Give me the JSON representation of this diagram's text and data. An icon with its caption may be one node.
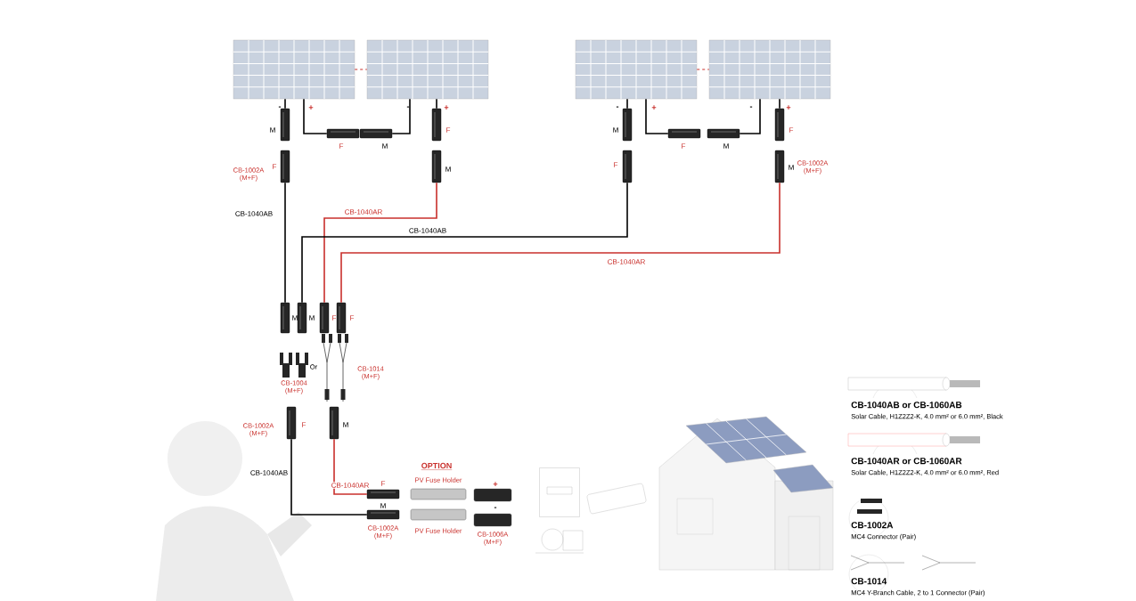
{
  "diagram": {
    "nodes": [
      {
        "text": [],
        "shape": "picture"
      },
      {
        "text": [],
        "shape": "picture"
      },
      {
        "text": [],
        "shape": "picture"
      },
      {
        "text": [],
        "shape": "picture"
      },
      {
        "text": [],
        "shape": "picture",
        "beside": [
          "M"
        ]
      },
      {
        "text": [],
        "shape": "picture",
        "beside": [
          "F"
        ]
      },
      {
        "text": [],
        "shape": "picture",
        "beside": [
          "M"
        ]
      },
      {
        "text": [],
        "shape": "picture",
        "beside": [
          "F"
        ]
      },
      {
        "text": [],
        "shape": "picture",
        "beside": [
          "CB-1002A (M+F)",
          "F"
        ]
      },
      {
        "text": [],
        "shape": "picture",
        "beside": [
          "M"
        ]
      },
      {
        "text": [],
        "shape": "picture",
        "beside": [
          "M"
        ]
      },
      {
        "text": [],
        "shape": "picture",
        "beside": [
          "F"
        ]
      },
      {
        "text": [],
        "shape": "picture",
        "beside": [
          "M"
        ]
      },
      {
        "text": [],
        "shape": "picture",
        "beside": [
          "F"
        ]
      },
      {
        "text": [],
        "shape": "picture",
        "beside": [
          "F"
        ]
      },
      {
        "text": [],
        "shape": "picture",
        "beside": [
          "M",
          "CB-1002A (M+F)"
        ]
      },
      {
        "text": [],
        "shape": "picture"
      },
      {
        "text": [],
        "shape": "picture"
      },
      {
        "text": [],
        "shape": "picture"
      },
      {
        "text": [],
        "shape": "picture"
      },
      {
        "text": [],
        "shape": "picture",
        "beside": [
          "CB-1004 (M+F)"
        ]
      },
      {
        "text": [],
        "shape": "picture",
        "beside": [
          "CB-1014 (M+F)"
        ]
      },
      {
        "text": [],
        "shape": "picture",
        "beside": [
          "CB-1002A (M+F)",
          "F"
        ]
      },
      {
        "text": [],
        "shape": "picture",
        "beside": [
          "M"
        ]
      },
      {
        "text": [],
        "shape": "picture",
        "beside": [
          "F"
        ]
      },
      {
        "text": [],
        "shape": "picture",
        "beside": [
          "M",
          "CB-1002A (M+F)"
        ]
      },
      {
        "text": [],
        "shape": "box",
        "beside": [
          "PV Fuse Holder"
        ]
      },
      {
        "text": [],
        "shape": "box",
        "beside": [
          "PV Fuse Holder"
        ]
      },
      {
        "text": [],
        "shape": "box",
        "beside": [
          "+"
        ]
      },
      {
        "text": [],
        "shape": "box",
        "beside": [
          "-",
          "CB-1006A (M+F)"
        ]
      },
      {
        "text": [],
        "shape": "picture"
      },
      {
        "text": [],
        "shape": "picture"
      },
      {
        "text": [],
        "shape": "picture"
      },
      {
        "text": [],
        "shape": "picture"
      },
      {
        "text": [
          "CB-1040AB or CB-1060AB",
          "Solar Cable, H1Z2Z2-K, 4.0 mm² or 6.0 mm², Black"
        ]
      },
      {
        "text": [
          "CB-1040AR or CB-1060AR",
          "Solar Cable, H1Z2Z2-K, 4.0 mm² or 6.0 mm², Red"
        ]
      },
      {
        "text": [
          "CB-1002A",
          "MC4 Connector (Pair)"
        ]
      },
      {
        "text": [
          "CB-1014",
          "MC4 Y-Branch Cable, 2 to 1 Connector (Pair)"
        ]
      }
    ],
    "edges": [
      {
        "from": 0,
        "to": 4,
        "arrow": "none"
      },
      {
        "from": 0,
        "to": 5,
        "arrow": "none"
      },
      {
        "from": 6,
        "to": 1,
        "arrow": "none"
      },
      {
        "from": 1,
        "to": 7,
        "arrow": "none"
      },
      {
        "from": 0,
        "to": 1,
        "arrow": "none",
        "style": "dashed",
        "color": "#c9302c"
      },
      {
        "from": 2,
        "to": 10,
        "arrow": "none"
      },
      {
        "from": 2,
        "to": 11,
        "arrow": "none"
      },
      {
        "from": 12,
        "to": 3,
        "arrow": "none"
      },
      {
        "from": 3,
        "to": 13,
        "arrow": "none"
      },
      {
        "from": 2,
        "to": 3,
        "arrow": "none",
        "style": "dashed",
        "color": "#c9302c"
      },
      {
        "from": 8,
        "to": 16,
        "arrow": "none",
        "label": "CB-1040AB"
      },
      {
        "from": 9,
        "to": 18,
        "arrow": "none",
        "label": "CB-1040AR",
        "color": "#c9302c"
      },
      {
        "from": 14,
        "to": 17,
        "arrow": "none",
        "label": "CB-1040AB"
      },
      {
        "from": 15,
        "to": 19,
        "arrow": "none",
        "label": "CB-1040AR",
        "color": "#c9302c"
      },
      {
        "from": 22,
        "to": 25,
        "arrow": "none",
        "label": "CB-1040AB"
      },
      {
        "from": 23,
        "to": 24,
        "arrow": "none",
        "label": "CB-1040AR",
        "color": "#c9302c"
      }
    ],
    "labels": [
      "-",
      "+",
      "-",
      "+",
      "-",
      "+",
      "-",
      "+",
      "M",
      "M",
      "F",
      "F",
      "Or",
      "OPTION"
    ]
  }
}
